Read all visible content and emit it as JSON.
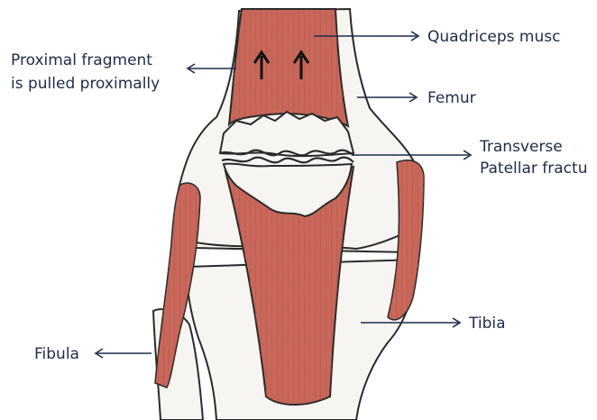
{
  "labels": {
    "proximal_line1": "Proximal fragment",
    "proximal_line2": "is pulled proximally",
    "quadriceps": "Quadriceps musc",
    "femur": "Femur",
    "transverse_line1": "Transverse",
    "transverse_line2": "Patellar fractu",
    "tibia": "Tibia",
    "fibula": "Fibula"
  },
  "colors": {
    "muscle": "#c9685a",
    "muscle_dark": "#b4574a",
    "bone": "#f6f5f2",
    "outline": "#2a2a2a",
    "text": "#1f2b4a"
  }
}
